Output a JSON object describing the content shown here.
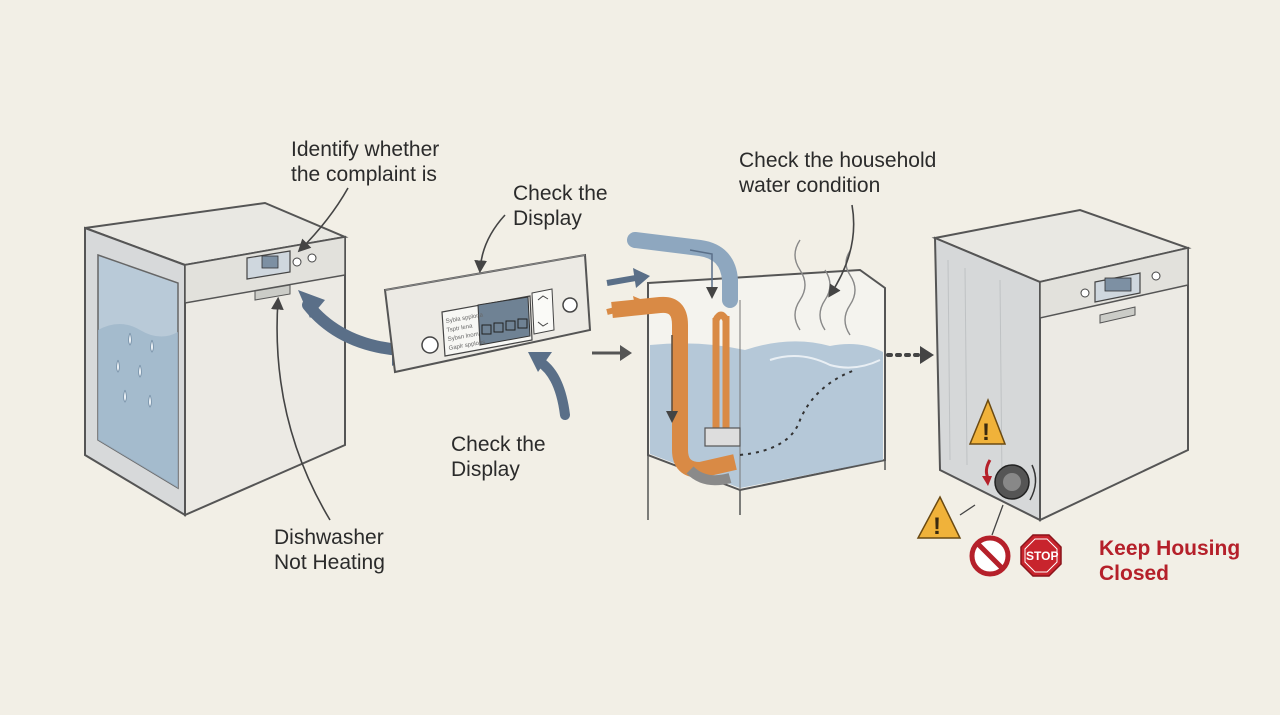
{
  "labels": {
    "identify": "Identify whether\nthe complaint is",
    "check_display_top": "Check the\nDisplay",
    "check_display_bottom": "Check the\nDisplay",
    "household_water": "Check the household\nwater condition",
    "not_heating": "Dishwasher\nNot Heating",
    "keep_closed": "Keep Housing\nClosed"
  },
  "panel_rows": [
    "Sybla spplona",
    "Tsptr lena",
    "Sybsn lnom",
    "Gaplr spplons"
  ],
  "stop_sign": "STOP",
  "colors": {
    "background": "#f2efe6",
    "arrow_blue": "#5a6f88",
    "water_blue": "#a9bfd3",
    "hot_orange": "#d98a45",
    "warning_yellow": "#f0b23a",
    "warning_red": "#b5202a"
  },
  "icons": [
    "warning-triangle-icon",
    "no-entry-icon",
    "stop-sign-icon",
    "rotation-arrow-icon",
    "steam-icon"
  ]
}
